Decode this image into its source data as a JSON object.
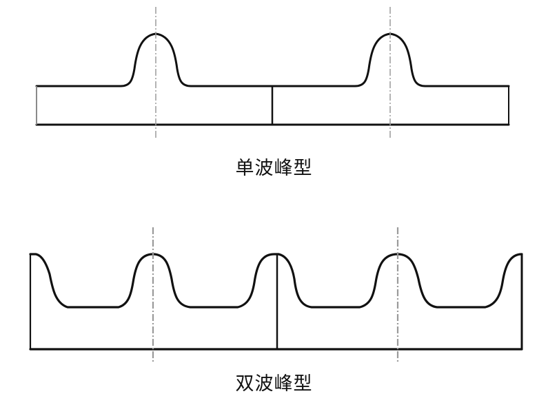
{
  "diagrams": [
    {
      "id": "single",
      "caption": "单波峰型",
      "peak_count_per_segment": 1,
      "segments": 2
    },
    {
      "id": "double",
      "caption": "双波峰型",
      "peak_count_per_segment": 2,
      "segments": 2
    }
  ],
  "colors": {
    "outline": "#111111",
    "centerline": "#9a9a9a",
    "background": "#ffffff"
  }
}
